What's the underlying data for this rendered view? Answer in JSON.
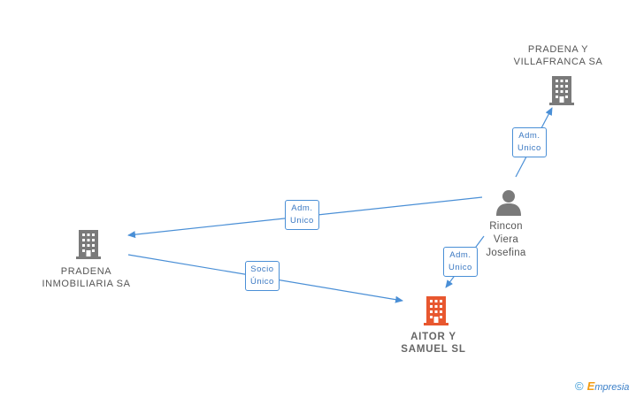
{
  "colors": {
    "edge": "#4a8fd6",
    "building_gray": "#7a7a7a",
    "building_highlight": "#e8572f",
    "person": "#7a7a7a",
    "text": "#555555"
  },
  "nodes": {
    "pradena_villafranca": {
      "label_lines": [
        "PRADENA Y",
        "VILLAFRANCA SA"
      ],
      "icon": "building-icon"
    },
    "pradena_inmobiliaria": {
      "label_lines": [
        "PRADENA",
        "INMOBILIARIA SA"
      ],
      "icon": "building-icon"
    },
    "rincon": {
      "label_lines": [
        "Rincon",
        "Viera",
        "Josefina"
      ],
      "icon": "person-icon"
    },
    "aitor": {
      "label_lines": [
        "AITOR Y",
        "SAMUEL SL"
      ],
      "icon": "building-icon",
      "highlighted": true
    }
  },
  "edges": {
    "rincon_to_villafranca": {
      "label_lines": [
        "Adm.",
        "Unico"
      ]
    },
    "rincon_to_inmobiliaria": {
      "label_lines": [
        "Adm.",
        "Unico"
      ]
    },
    "rincon_to_aitor": {
      "label_lines": [
        "Adm.",
        "Unico"
      ]
    },
    "inmobiliaria_to_aitor": {
      "label_lines": [
        "Socio",
        "Único"
      ]
    }
  },
  "watermark": {
    "copyright": "©",
    "brand_initial": "E",
    "brand_rest": "mpresia"
  }
}
